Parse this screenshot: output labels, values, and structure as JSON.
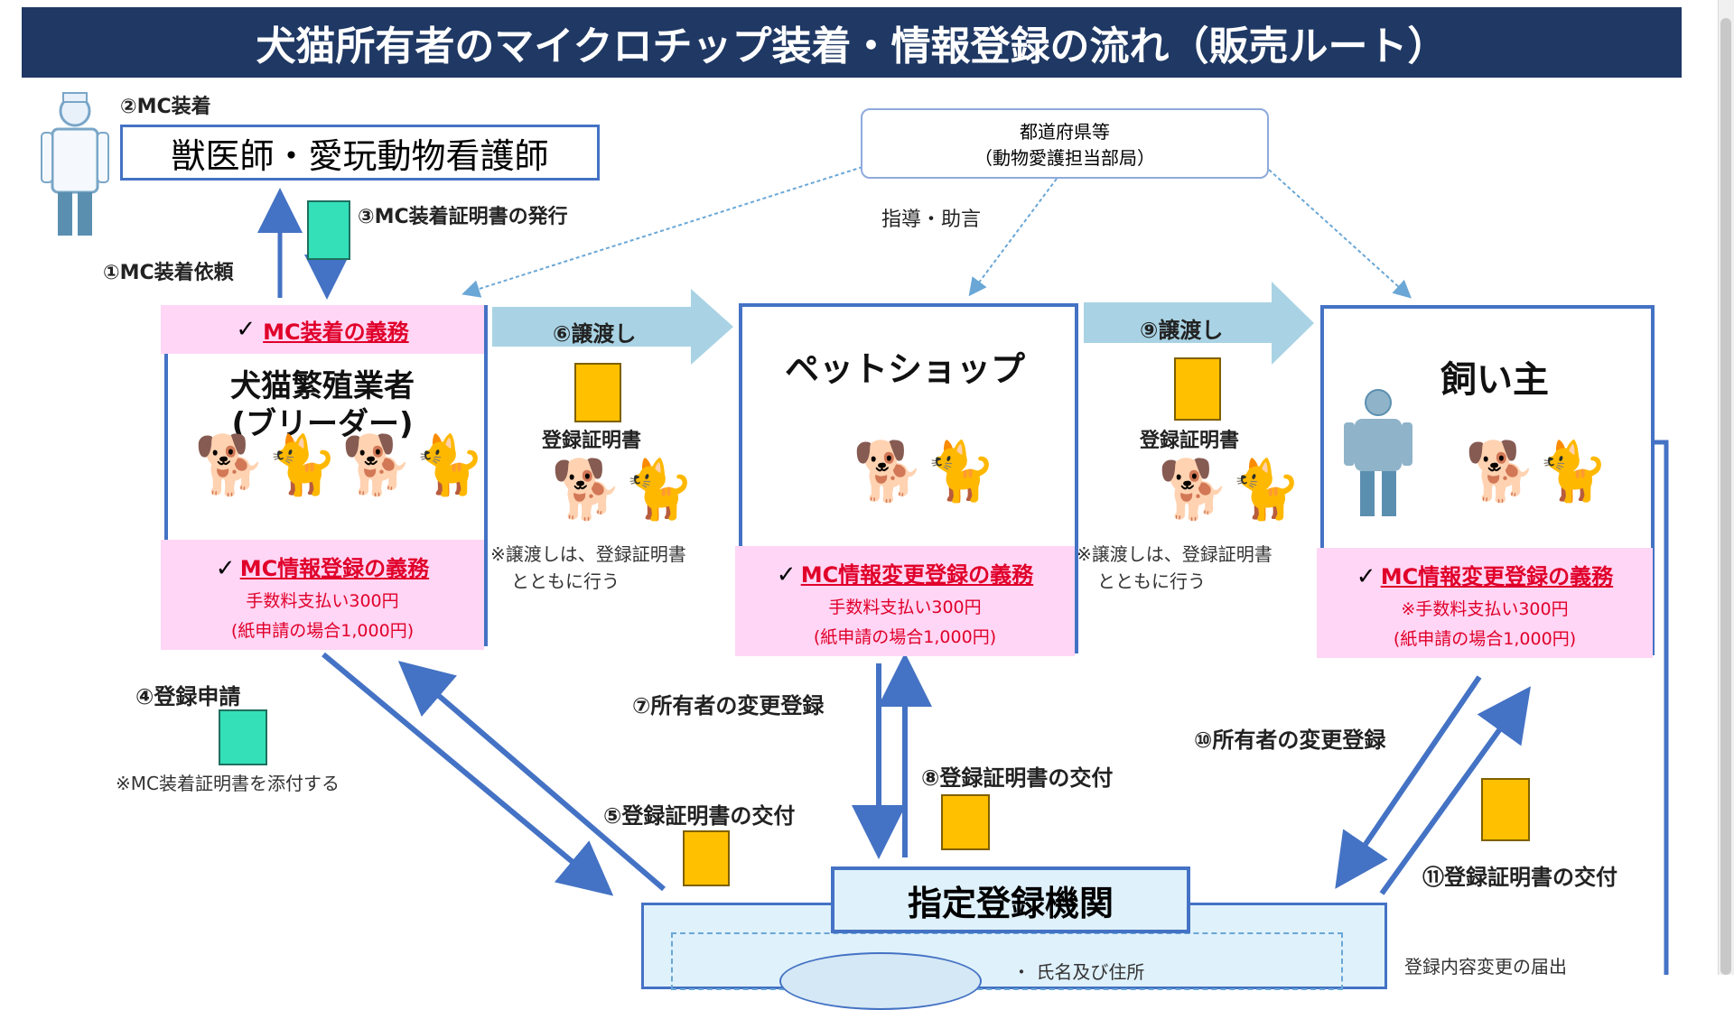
{
  "title": "犬猫所有者のマイクロチップ装着・情報登録の流れ（販売ルート）",
  "vet": {
    "step": "②MC装着",
    "name": "獣医師・愛玩動物看護師"
  },
  "step_request": "①MC装着依頼",
  "step_cert": "③MC装着証明書の発行",
  "prefecture": {
    "line1": "都道府県等",
    "line2": "（動物愛護担当部局）"
  },
  "guidance": "指導・助言",
  "breeder": {
    "duty_top": "MC装着の義務",
    "name_line1": "犬猫繁殖業者",
    "name_line2": "(ブリーダー)",
    "duty_bottom": "MC情報登録の義務",
    "fee": "手数料支払い300円",
    "fee_paper": "(紙申請の場合1,000円)"
  },
  "transfer6": {
    "label": "⑥譲渡し",
    "doc": "登録証明書",
    "note1": "※譲渡しは、登録証明書",
    "note2": "とともに行う"
  },
  "petshop": {
    "name": "ペットショップ",
    "duty": "MC情報変更登録の義務",
    "fee": "手数料支払い300円",
    "fee_paper": "(紙申請の場合1,000円)"
  },
  "transfer9": {
    "label": "⑨譲渡し",
    "doc": "登録証明書",
    "note1": "※譲渡しは、登録証明書",
    "note2": "とともに行う"
  },
  "owner": {
    "name": "飼い主",
    "duty": "MC情報変更登録の義務",
    "fee": "※手数料支払い300円",
    "fee_paper": "(紙申請の場合1,000円)"
  },
  "step4": {
    "label": "④登録申請",
    "note": "※MC装着証明書を添付する"
  },
  "step5": "⑤登録証明書の交付",
  "step7": "⑦所有者の変更登録",
  "step8": "⑧登録証明書の交付",
  "step10": "⑩所有者の変更登録",
  "step11": "⑪登録証明書の交付",
  "registry": {
    "name": "指定登録機関",
    "item": "・ 氏名及び住所",
    "side_note": "登録内容変更の届出"
  },
  "check_mark": "✓",
  "colors": {
    "title_bg": "#1f3864",
    "accent": "#4472c4",
    "pink": "#ffd6f5",
    "red": "#e0002a",
    "doc_yellow": "#ffc000",
    "doc_green": "#33e0b8"
  }
}
